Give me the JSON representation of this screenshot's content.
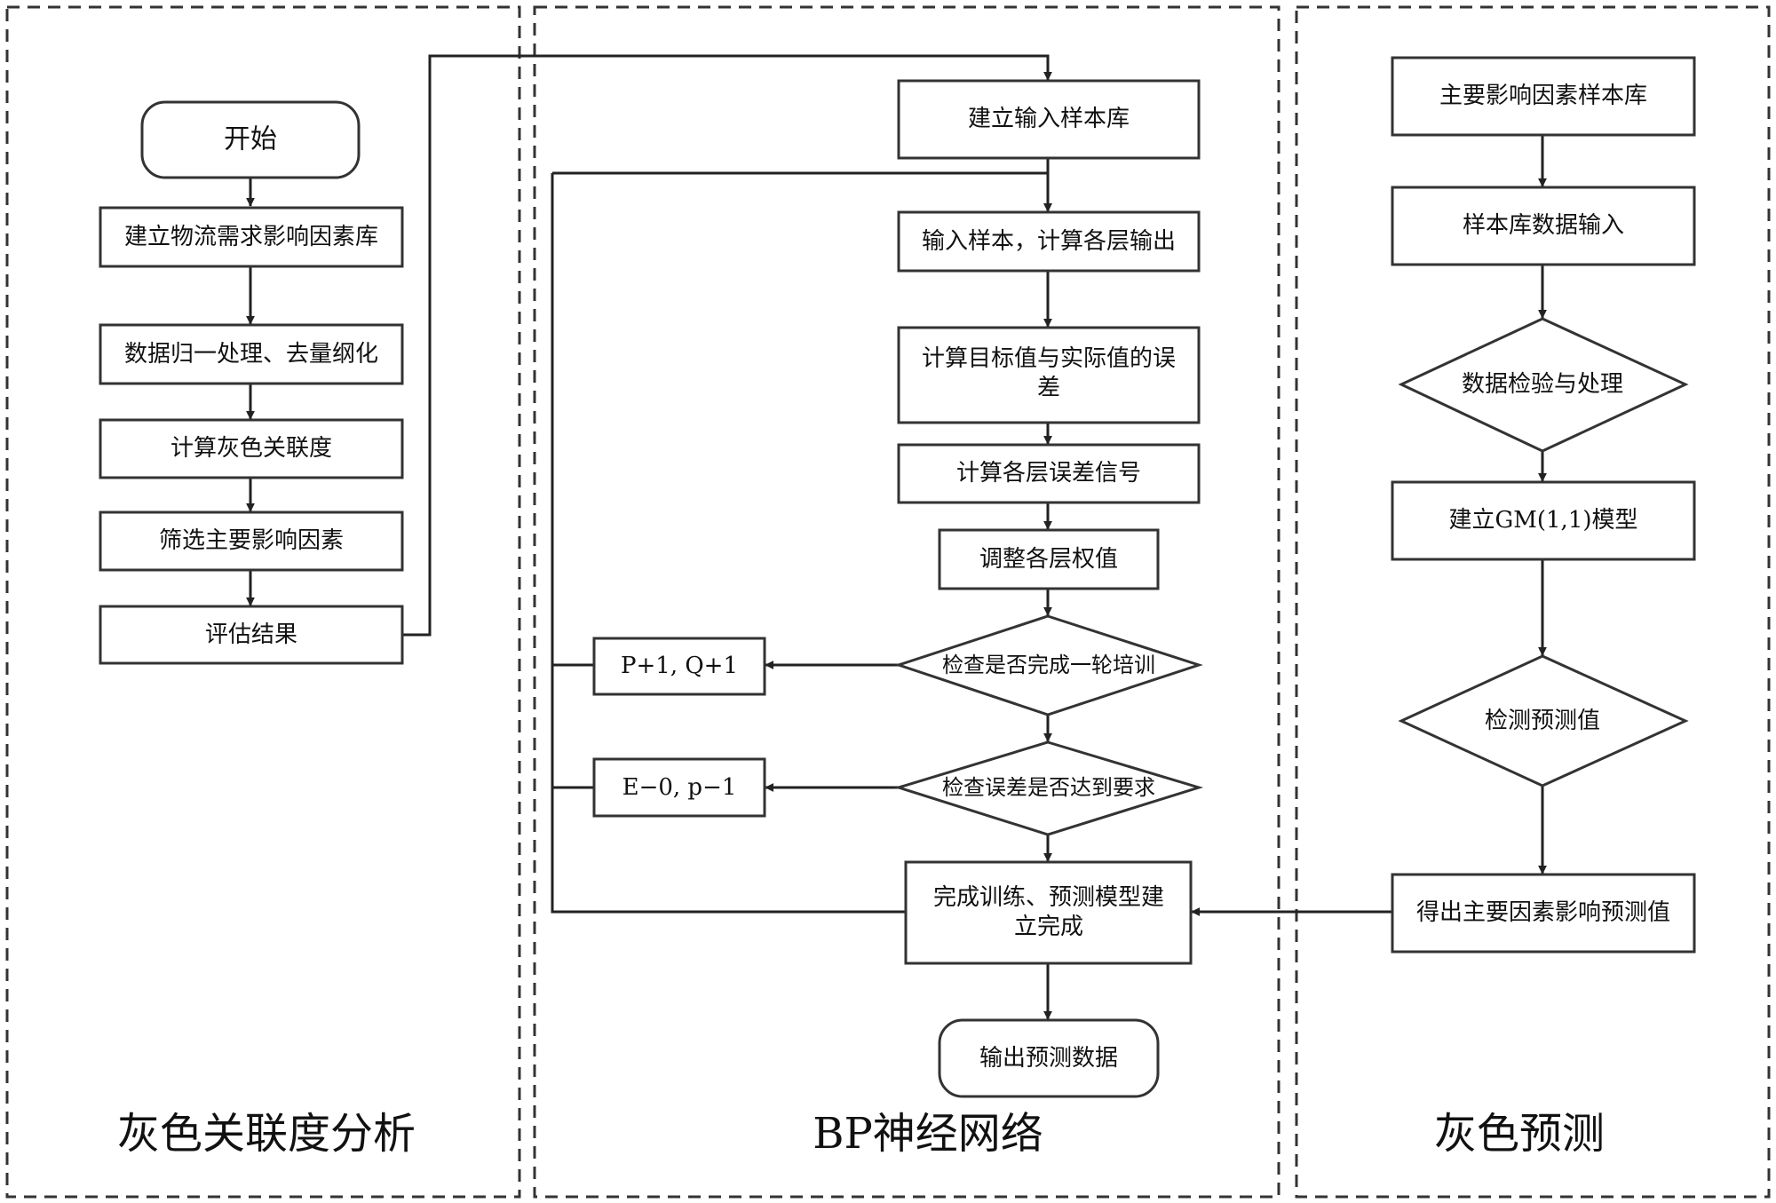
{
  "panels": {
    "left_title": "灰色关联度分析",
    "middle_title": "BP神经网络",
    "right_title": "灰色预测"
  },
  "nodes": {
    "start": "开始",
    "build_factor_db": "建立物流需求影响因素库",
    "normalize": "数据归一处理、去量纲化",
    "grey_relation": "计算灰色关联度",
    "select_factors": "筛选主要影响因素",
    "evaluate": "评估结果",
    "build_input_db": "建立输入样本库",
    "input_samples": "输入样本，计算各层输出",
    "calc_error_line1": "计算目标值与实际值的误",
    "calc_error_line2": "差",
    "layer_error": "计算各层误差信号",
    "adjust_weights": "调整各层权值",
    "check_round": "检查是否完成一轮培训",
    "check_error": "检查误差是否达到要求",
    "pq_increment": "P+1, Q+1",
    "e_reset": "E−0, p−1",
    "complete_line1": "完成训练、预测模型建",
    "complete_line2": "立完成",
    "output_data": "输出预测数据",
    "main_factor_db": "主要影响因素样本库",
    "sample_input": "样本库数据输入",
    "data_check": "数据检验与处理",
    "build_gm": "建立GM(1,1)模型",
    "check_pred": "检测预测值",
    "obtain_pred": "得出主要因素影响预测值"
  }
}
